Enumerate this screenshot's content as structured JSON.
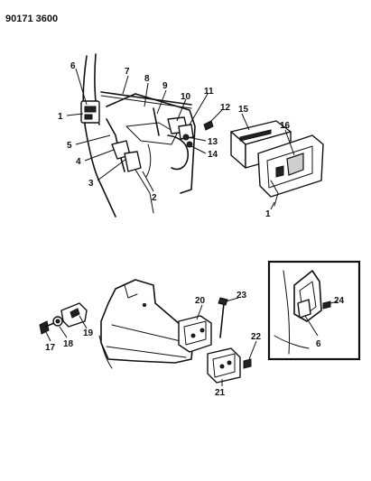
{
  "header": {
    "code": "90171 3600"
  },
  "callouts": {
    "c1a": "1",
    "c1b": "1",
    "c2": "2",
    "c3": "3",
    "c4": "4",
    "c5": "5",
    "c6a": "6",
    "c6b": "6",
    "c7": "7",
    "c8": "8",
    "c9": "9",
    "c10": "10",
    "c11": "11",
    "c12": "12",
    "c13": "13",
    "c14": "14",
    "c15": "15",
    "c16": "16",
    "c17": "17",
    "c18": "18",
    "c19": "19",
    "c20": "20",
    "c21": "21",
    "c22": "22",
    "c23": "23",
    "c24": "24"
  }
}
